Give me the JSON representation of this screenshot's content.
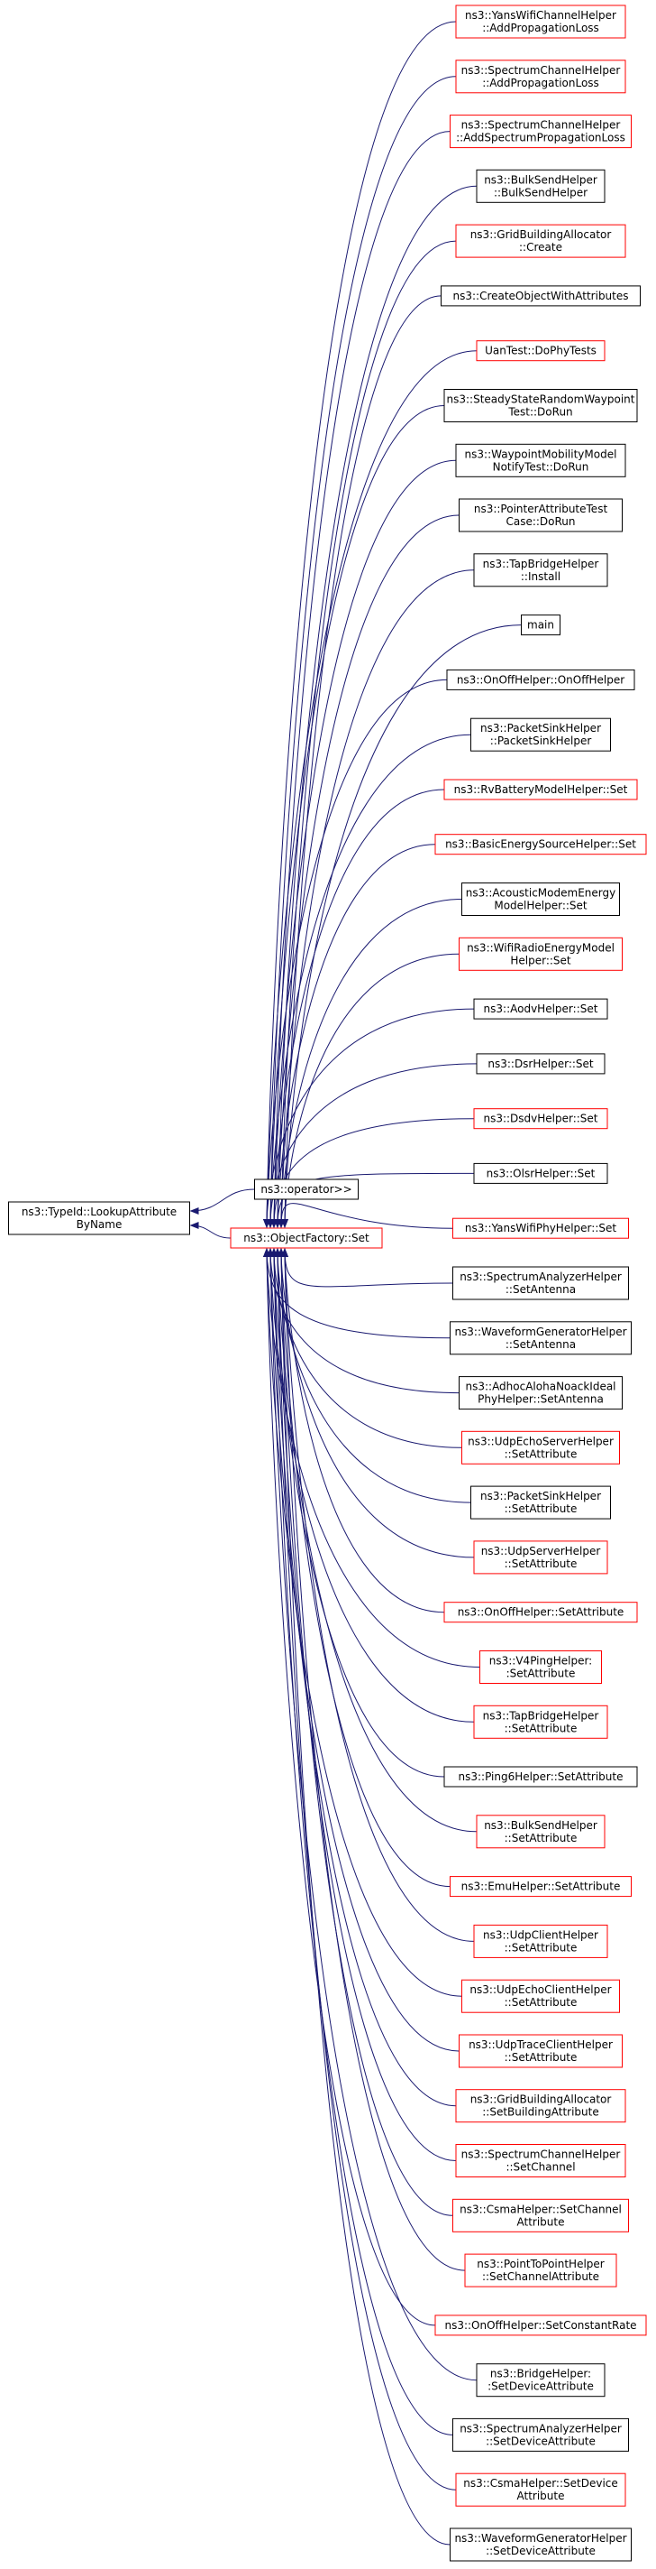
{
  "colors": {
    "edge": "#191970",
    "border_black": "#000000",
    "border_red": "#ff0000",
    "selected_fill": "#bfbfbf"
  },
  "root": {
    "lines": [
      "ns3::TypeId::LookupAttribute",
      "ByName"
    ]
  },
  "intermediate": [
    {
      "lines": [
        "ns3::operator>>"
      ],
      "border": "black"
    },
    {
      "lines": [
        "ns3::ObjectFactory::Set"
      ],
      "border": "red"
    }
  ],
  "callers": [
    {
      "lines": [
        "ns3::YansWifiChannelHelper",
        "::AddPropagationLoss"
      ],
      "border": "red"
    },
    {
      "lines": [
        "ns3::SpectrumChannelHelper",
        "::AddPropagationLoss"
      ],
      "border": "red"
    },
    {
      "lines": [
        "ns3::SpectrumChannelHelper",
        "::AddSpectrumPropagationLoss"
      ],
      "border": "red"
    },
    {
      "lines": [
        "ns3::BulkSendHelper",
        "::BulkSendHelper"
      ],
      "border": "black"
    },
    {
      "lines": [
        "ns3::GridBuildingAllocator",
        "::Create"
      ],
      "border": "red"
    },
    {
      "lines": [
        "ns3::CreateObjectWithAttributes"
      ],
      "border": "black"
    },
    {
      "lines": [
        "UanTest::DoPhyTests"
      ],
      "border": "red"
    },
    {
      "lines": [
        "ns3::SteadyStateRandomWaypoint",
        "Test::DoRun"
      ],
      "border": "black"
    },
    {
      "lines": [
        "ns3::WaypointMobilityModel",
        "NotifyTest::DoRun"
      ],
      "border": "black"
    },
    {
      "lines": [
        "ns3::PointerAttributeTest",
        "Case::DoRun"
      ],
      "border": "black"
    },
    {
      "lines": [
        "ns3::TapBridgeHelper",
        "::Install"
      ],
      "border": "black"
    },
    {
      "lines": [
        "main"
      ],
      "border": "black"
    },
    {
      "lines": [
        "ns3::OnOffHelper::OnOffHelper"
      ],
      "border": "black"
    },
    {
      "lines": [
        "ns3::PacketSinkHelper",
        "::PacketSinkHelper"
      ],
      "border": "black"
    },
    {
      "lines": [
        "ns3::RvBatteryModelHelper::Set"
      ],
      "border": "red"
    },
    {
      "lines": [
        "ns3::BasicEnergySourceHelper::Set"
      ],
      "border": "red"
    },
    {
      "lines": [
        "ns3::AcousticModemEnergy",
        "ModelHelper::Set"
      ],
      "border": "black"
    },
    {
      "lines": [
        "ns3::WifiRadioEnergyModel",
        "Helper::Set"
      ],
      "border": "red"
    },
    {
      "lines": [
        "ns3::AodvHelper::Set"
      ],
      "border": "black"
    },
    {
      "lines": [
        "ns3::DsrHelper::Set"
      ],
      "border": "black"
    },
    {
      "lines": [
        "ns3::DsdvHelper::Set"
      ],
      "border": "red"
    },
    {
      "lines": [
        "ns3::OlsrHelper::Set"
      ],
      "border": "black"
    },
    {
      "lines": [
        "ns3::YansWifiPhyHelper::Set"
      ],
      "border": "red"
    },
    {
      "lines": [
        "ns3::SpectrumAnalyzerHelper",
        "::SetAntenna"
      ],
      "border": "black"
    },
    {
      "lines": [
        "ns3::WaveformGeneratorHelper",
        "::SetAntenna"
      ],
      "border": "black"
    },
    {
      "lines": [
        "ns3::AdhocAlohaNoackIdeal",
        "PhyHelper::SetAntenna"
      ],
      "border": "black"
    },
    {
      "lines": [
        "ns3::UdpEchoServerHelper",
        "::SetAttribute"
      ],
      "border": "red"
    },
    {
      "lines": [
        "ns3::PacketSinkHelper",
        "::SetAttribute"
      ],
      "border": "black"
    },
    {
      "lines": [
        "ns3::UdpServerHelper",
        "::SetAttribute"
      ],
      "border": "red"
    },
    {
      "lines": [
        "ns3::OnOffHelper::SetAttribute"
      ],
      "border": "red"
    },
    {
      "lines": [
        "ns3::V4PingHelper:",
        ":SetAttribute"
      ],
      "border": "red"
    },
    {
      "lines": [
        "ns3::TapBridgeHelper",
        "::SetAttribute"
      ],
      "border": "red"
    },
    {
      "lines": [
        "ns3::Ping6Helper::SetAttribute"
      ],
      "border": "black"
    },
    {
      "lines": [
        "ns3::BulkSendHelper",
        "::SetAttribute"
      ],
      "border": "red"
    },
    {
      "lines": [
        "ns3::EmuHelper::SetAttribute"
      ],
      "border": "red"
    },
    {
      "lines": [
        "ns3::UdpClientHelper",
        "::SetAttribute"
      ],
      "border": "red"
    },
    {
      "lines": [
        "ns3::UdpEchoClientHelper",
        "::SetAttribute"
      ],
      "border": "red"
    },
    {
      "lines": [
        "ns3::UdpTraceClientHelper",
        "::SetAttribute"
      ],
      "border": "red"
    },
    {
      "lines": [
        "ns3::GridBuildingAllocator",
        "::SetBuildingAttribute"
      ],
      "border": "red"
    },
    {
      "lines": [
        "ns3::SpectrumChannelHelper",
        "::SetChannel"
      ],
      "border": "red"
    },
    {
      "lines": [
        "ns3::CsmaHelper::SetChannel",
        "Attribute"
      ],
      "border": "red"
    },
    {
      "lines": [
        "ns3::PointToPointHelper",
        "::SetChannelAttribute"
      ],
      "border": "red"
    },
    {
      "lines": [
        "ns3::OnOffHelper::SetConstantRate"
      ],
      "border": "red"
    },
    {
      "lines": [
        "ns3::BridgeHelper:",
        ":SetDeviceAttribute"
      ],
      "border": "black"
    },
    {
      "lines": [
        "ns3::SpectrumAnalyzerHelper",
        "::SetDeviceAttribute"
      ],
      "border": "black"
    },
    {
      "lines": [
        "ns3::CsmaHelper::SetDevice",
        "Attribute"
      ],
      "border": "red"
    },
    {
      "lines": [
        "ns3::WaveformGeneratorHelper",
        "::SetDeviceAttribute"
      ],
      "border": "black"
    }
  ]
}
